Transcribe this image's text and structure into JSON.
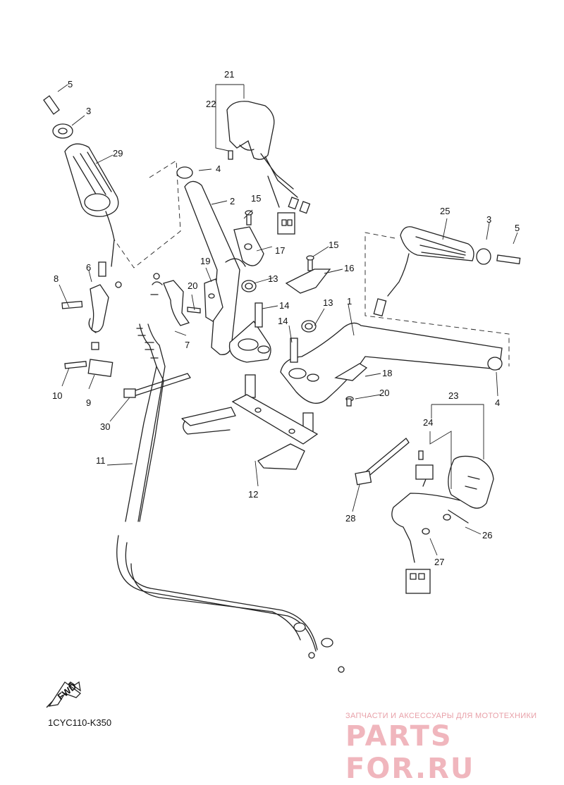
{
  "diagram": {
    "part_code": "1CYC110-K350",
    "fwd_label": "FWD",
    "callouts": {
      "c1": "1",
      "c2": "2",
      "c3a": "3",
      "c3b": "3",
      "c4a": "4",
      "c4b": "4",
      "c5a": "5",
      "c5b": "5",
      "c6": "6",
      "c7": "7",
      "c8": "8",
      "c9": "9",
      "c10": "10",
      "c11": "11",
      "c12": "12",
      "c13a": "13",
      "c13b": "13",
      "c14a": "14",
      "c14b": "14",
      "c15a": "15",
      "c15b": "15",
      "c16": "16",
      "c17": "17",
      "c18": "18",
      "c19": "19",
      "c20a": "20",
      "c20b": "20",
      "c21": "21",
      "c22": "22",
      "c23": "23",
      "c24": "24",
      "c25": "25",
      "c26": "26",
      "c27": "27",
      "c28": "28",
      "c29": "29",
      "c30": "30"
    }
  },
  "watermark": {
    "tagline": "ЗАПЧАСТИ И АКСЕССУАРЫ ДЛЯ МОТОТЕХНИКИ",
    "logo": "PARTS FOR.RU"
  }
}
